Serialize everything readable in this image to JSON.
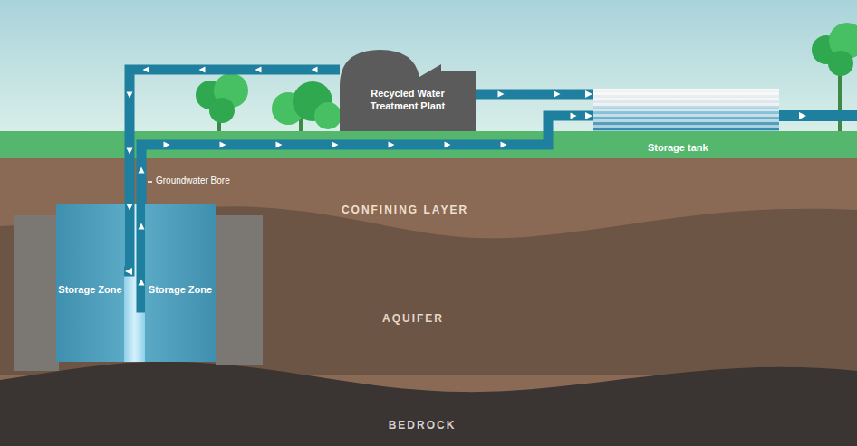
{
  "diagram": {
    "nodes": [
      {
        "text": [
          "Recycled Water Treatment Plant"
        ]
      },
      {
        "text": [
          "Storage tank"
        ]
      },
      {
        "text": [
          "CONFINING LAYER"
        ]
      },
      {
        "text": [
          "Storage Zone"
        ]
      },
      {
        "text": [
          "Storage Zone"
        ]
      },
      {
        "text": [
          "AQUIFER"
        ]
      },
      {
        "text": [
          "BEDROCK"
        ]
      }
    ],
    "edges": [
      {
        "from": 0,
        "to": 3,
        "arrow": "to"
      },
      {
        "from": 4,
        "to": 1,
        "arrow": "to"
      },
      {
        "from": 0,
        "to": 1,
        "arrow": "to"
      }
    ],
    "labels": [
      "Groundwater Bore"
    ]
  }
}
